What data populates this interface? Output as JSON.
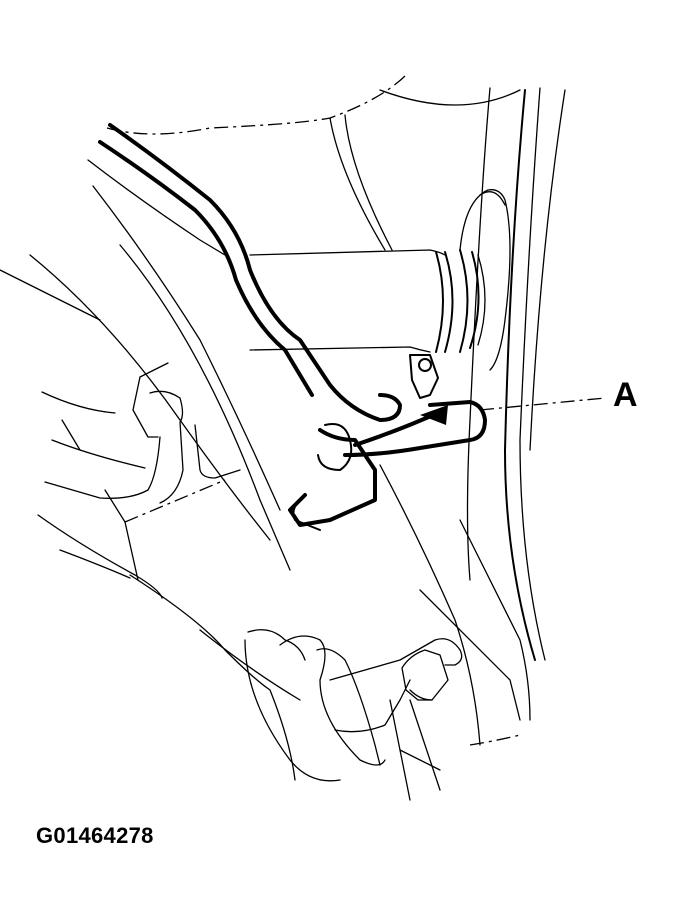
{
  "figure": {
    "type": "technical-line-drawing",
    "subject": "vehicle underbody: pipe/hose routing near wheel-well with connector and bracket",
    "colors": {
      "line": "#000000",
      "background": "#ffffff"
    }
  },
  "callouts": [
    {
      "label": "A",
      "points_to": "pipe clamp / connector at right of hose assembly"
    }
  ],
  "figure_id": "G01464278"
}
